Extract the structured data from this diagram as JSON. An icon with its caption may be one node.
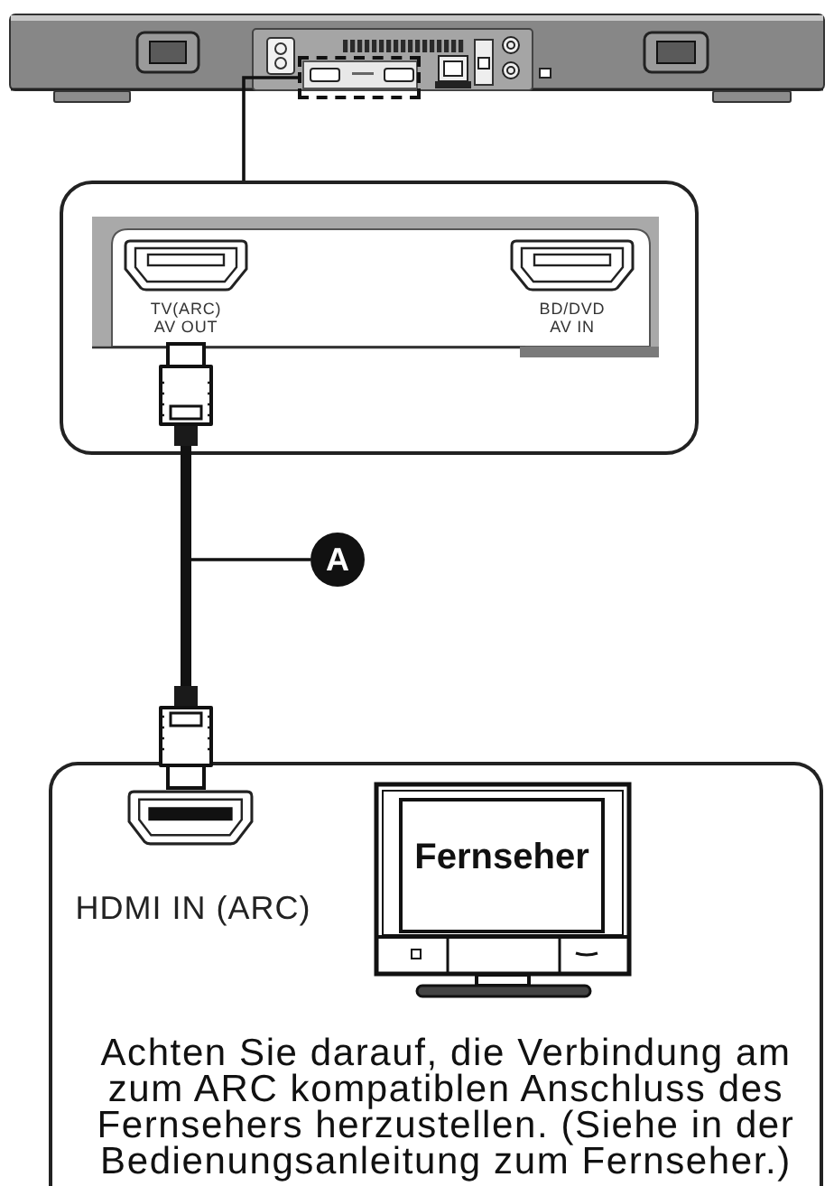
{
  "diagram": {
    "nodes": [
      {
        "text": [],
        "shape": "picture"
      },
      {
        "text": [],
        "shape": "box",
        "in": 0
      },
      {
        "text": [],
        "shape": "box"
      },
      {
        "text": [
          "TV(ARC) AV OUT"
        ],
        "in": 2
      },
      {
        "text": [
          "BD/DVD AV IN"
        ],
        "in": 2
      },
      {
        "text": [
          "A"
        ]
      },
      {
        "text": [
          "Achten Sie darauf, die Verbindung am zum ARC kompatiblen Anschluss des Fernsehers herzustellen. (Siehe in der Bedienungsanleitung zum Fernseher.)"
        ]
      },
      {
        "text": [
          "HDMI IN (ARC)"
        ],
        "in": 6
      },
      {
        "text": [
          "Fernseher"
        ],
        "in": 6
      }
    ],
    "edges": [
      {
        "from": 1,
        "to": 2,
        "arrow": "none"
      },
      {
        "from": 3,
        "to": 7,
        "arrow": "other",
        "style": "thick"
      },
      {
        "from": 5,
        "to": null,
        "arrow": "none"
      }
    ]
  }
}
